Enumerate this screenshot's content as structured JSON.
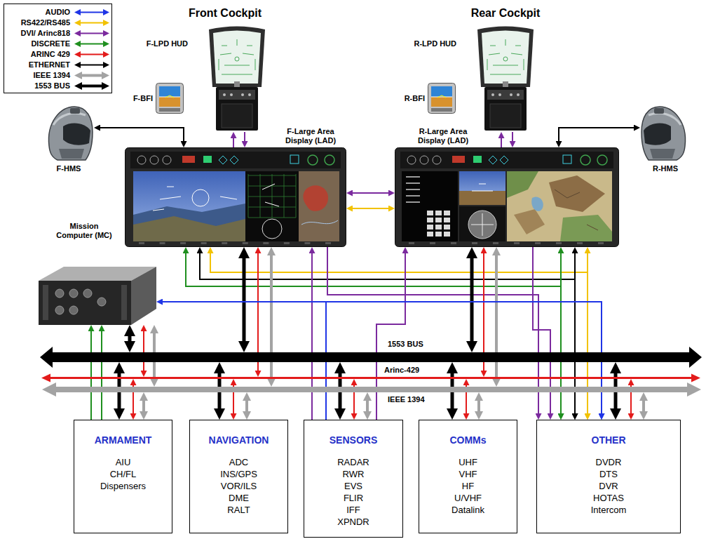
{
  "diagram": {
    "nodes": [
      {
        "text": [
          "F-LPD HUD"
        ]
      },
      {
        "text": [
          "R-LPD HUD"
        ]
      },
      {
        "text": [
          "F-BFI"
        ]
      },
      {
        "text": [
          "R-BFI"
        ]
      },
      {
        "text": [
          "F-HMS"
        ]
      },
      {
        "text": [
          "F-Large Area Display (LAD)"
        ]
      },
      {
        "text": [
          "R-Large Area Display (LAD)"
        ]
      },
      {
        "text": [
          "R-HMS"
        ]
      },
      {
        "text": [
          "Mission Computer (MC)"
        ]
      },
      {
        "text": [
          "1553 BUS"
        ]
      },
      {
        "text": [
          "Arinc-429"
        ]
      },
      {
        "text": [
          "IEEE 1394"
        ]
      },
      {
        "text": [
          "ARMAMENT",
          "AIU CH/FL Dispensers"
        ]
      },
      {
        "text": [
          "NAVIGATION",
          "ADC INS/GPS VOR/ILS DME RALT"
        ]
      },
      {
        "text": [
          "SENSORS",
          "RADAR RWR EVS FLIR IFF XPNDR"
        ]
      },
      {
        "text": [
          "COMMs",
          "UHF VHF HF U/VHF Datalink"
        ]
      },
      {
        "text": [
          "OTHER",
          "DVDR DTS DVR HOTAS Intercom"
        ]
      }
    ],
    "edges": [
      {
        "from": 4,
        "to": 5,
        "arrow": "both"
      },
      {
        "from": 5,
        "to": 0,
        "arrow": "to"
      },
      {
        "from": 0,
        "to": 5,
        "arrow": "to"
      },
      {
        "from": 6,
        "to": 1,
        "arrow": "to"
      },
      {
        "from": 1,
        "to": 6,
        "arrow": "to"
      },
      {
        "from": 6,
        "to": 7,
        "arrow": "both"
      },
      {
        "from": 5,
        "to": 6,
        "arrow": "both"
      },
      {
        "from": 5,
        "to": 6,
        "arrow": "both"
      },
      {
        "from": 5,
        "to": 16,
        "arrow": "both"
      },
      {
        "from": 5,
        "to": 16,
        "arrow": "both"
      },
      {
        "from": 5,
        "to": 16,
        "arrow": "both"
      },
      {
        "from": 5,
        "to": 9,
        "arrow": "both"
      },
      {
        "from": 5,
        "to": 10,
        "arrow": "both"
      },
      {
        "from": 5,
        "to": 11,
        "arrow": "both"
      },
      {
        "from": 14,
        "to": 5,
        "arrow": "to"
      },
      {
        "from": 5,
        "to": 16,
        "arrow": "to"
      },
      {
        "from": 14,
        "to": 6,
        "arrow": "to"
      },
      {
        "from": 6,
        "to": 9,
        "arrow": "both"
      },
      {
        "from": 6,
        "to": 10,
        "arrow": "both"
      },
      {
        "from": 6,
        "to": 11,
        "arrow": "both"
      },
      {
        "from": 6,
        "to": 16,
        "arrow": "to"
      },
      {
        "from": 6,
        "to": 16,
        "arrow": "both"
      },
      {
        "from": 6,
        "to": 16,
        "arrow": "both"
      },
      {
        "from": 6,
        "to": 16,
        "arrow": "both"
      },
      {
        "from": 8,
        "to": 16,
        "arrow": "both"
      },
      {
        "from": 14,
        "to": 16,
        "arrow": "to"
      },
      {
        "from": 8,
        "to": 9,
        "arrow": "both"
      },
      {
        "from": 8,
        "to": 10,
        "arrow": "both"
      },
      {
        "from": 8,
        "to": 11,
        "arrow": "both"
      },
      {
        "from": 12,
        "to": 8,
        "arrow": "to"
      },
      {
        "from": 12,
        "to": 8,
        "arrow": "to"
      },
      {
        "from": 12,
        "to": 9,
        "arrow": "both"
      },
      {
        "from": 12,
        "to": 10,
        "arrow": "both"
      },
      {
        "from": 12,
        "to": 11,
        "arrow": "both"
      },
      {
        "from": 13,
        "to": 9,
        "arrow": "both"
      },
      {
        "from": 13,
        "to": 10,
        "arrow": "both"
      },
      {
        "from": 13,
        "to": 11,
        "arrow": "both"
      },
      {
        "from": 14,
        "to": 9,
        "arrow": "both"
      },
      {
        "from": 14,
        "to": 10,
        "arrow": "both"
      },
      {
        "from": 14,
        "to": 11,
        "arrow": "both"
      },
      {
        "from": 15,
        "to": 9,
        "arrow": "both"
      },
      {
        "from": 15,
        "to": 10,
        "arrow": "both"
      },
      {
        "from": 15,
        "to": 11,
        "arrow": "both"
      },
      {
        "from": 16,
        "to": 9,
        "arrow": "both"
      },
      {
        "from": 16,
        "to": 10,
        "arrow": "both"
      },
      {
        "from": 16,
        "to": 11,
        "arrow": "both"
      }
    ],
    "labels": [
      "Front Cockpit",
      "Rear Cockpit"
    ],
    "legend": [
      {
        "text": "AUDIO"
      },
      {
        "text": "RS422/RS485"
      },
      {
        "text": "DVI/ Arinc818"
      },
      {
        "text": "DISCRETE"
      },
      {
        "text": "ARINC 429"
      },
      {
        "text": "ETHERNET"
      },
      {
        "text": "IEEE 1394"
      },
      {
        "text": "1553 BUS"
      }
    ]
  }
}
